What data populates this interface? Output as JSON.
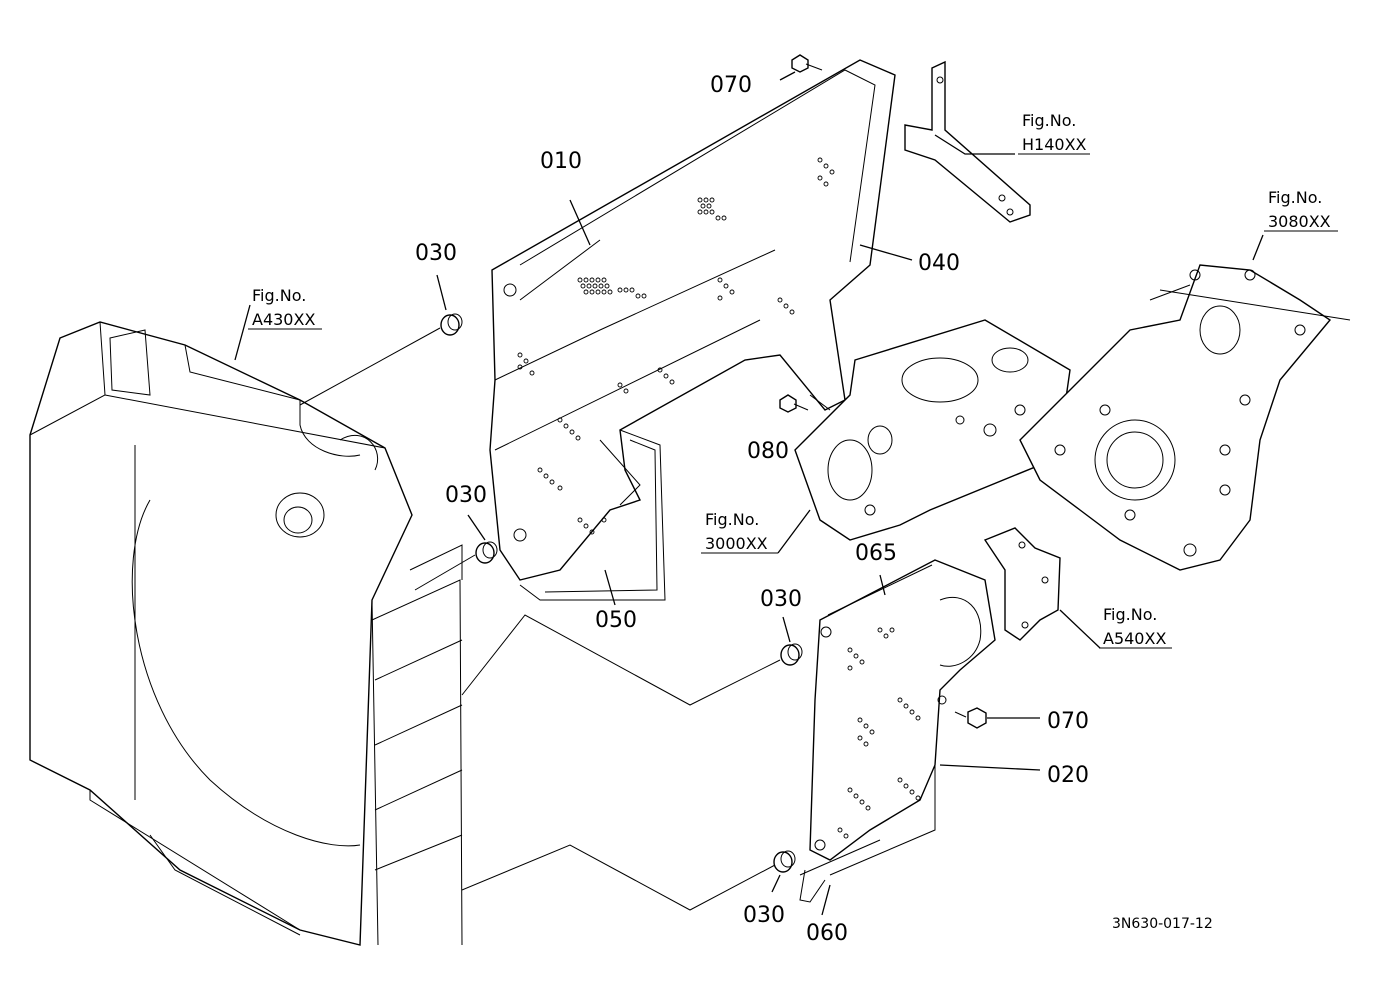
{
  "callouts": {
    "c010": "010",
    "c020": "020",
    "c030a": "030",
    "c030b": "030",
    "c030c": "030",
    "c030d": "030",
    "c040": "040",
    "c050": "050",
    "c060": "060",
    "c065": "065",
    "c070a": "070",
    "c070b": "070",
    "c080": "080"
  },
  "figrefs": {
    "h140": {
      "prefix": "Fig.No.",
      "code": "H140XX"
    },
    "f3080": {
      "prefix": "Fig.No.",
      "code": "3080XX"
    },
    "a430": {
      "prefix": "Fig.No.",
      "code": "A430XX"
    },
    "f3000": {
      "prefix": "Fig.No.",
      "code": "3000XX"
    },
    "a540": {
      "prefix": "Fig.No.",
      "code": "A540XX"
    }
  },
  "drawing_code": "3N630-017-12"
}
